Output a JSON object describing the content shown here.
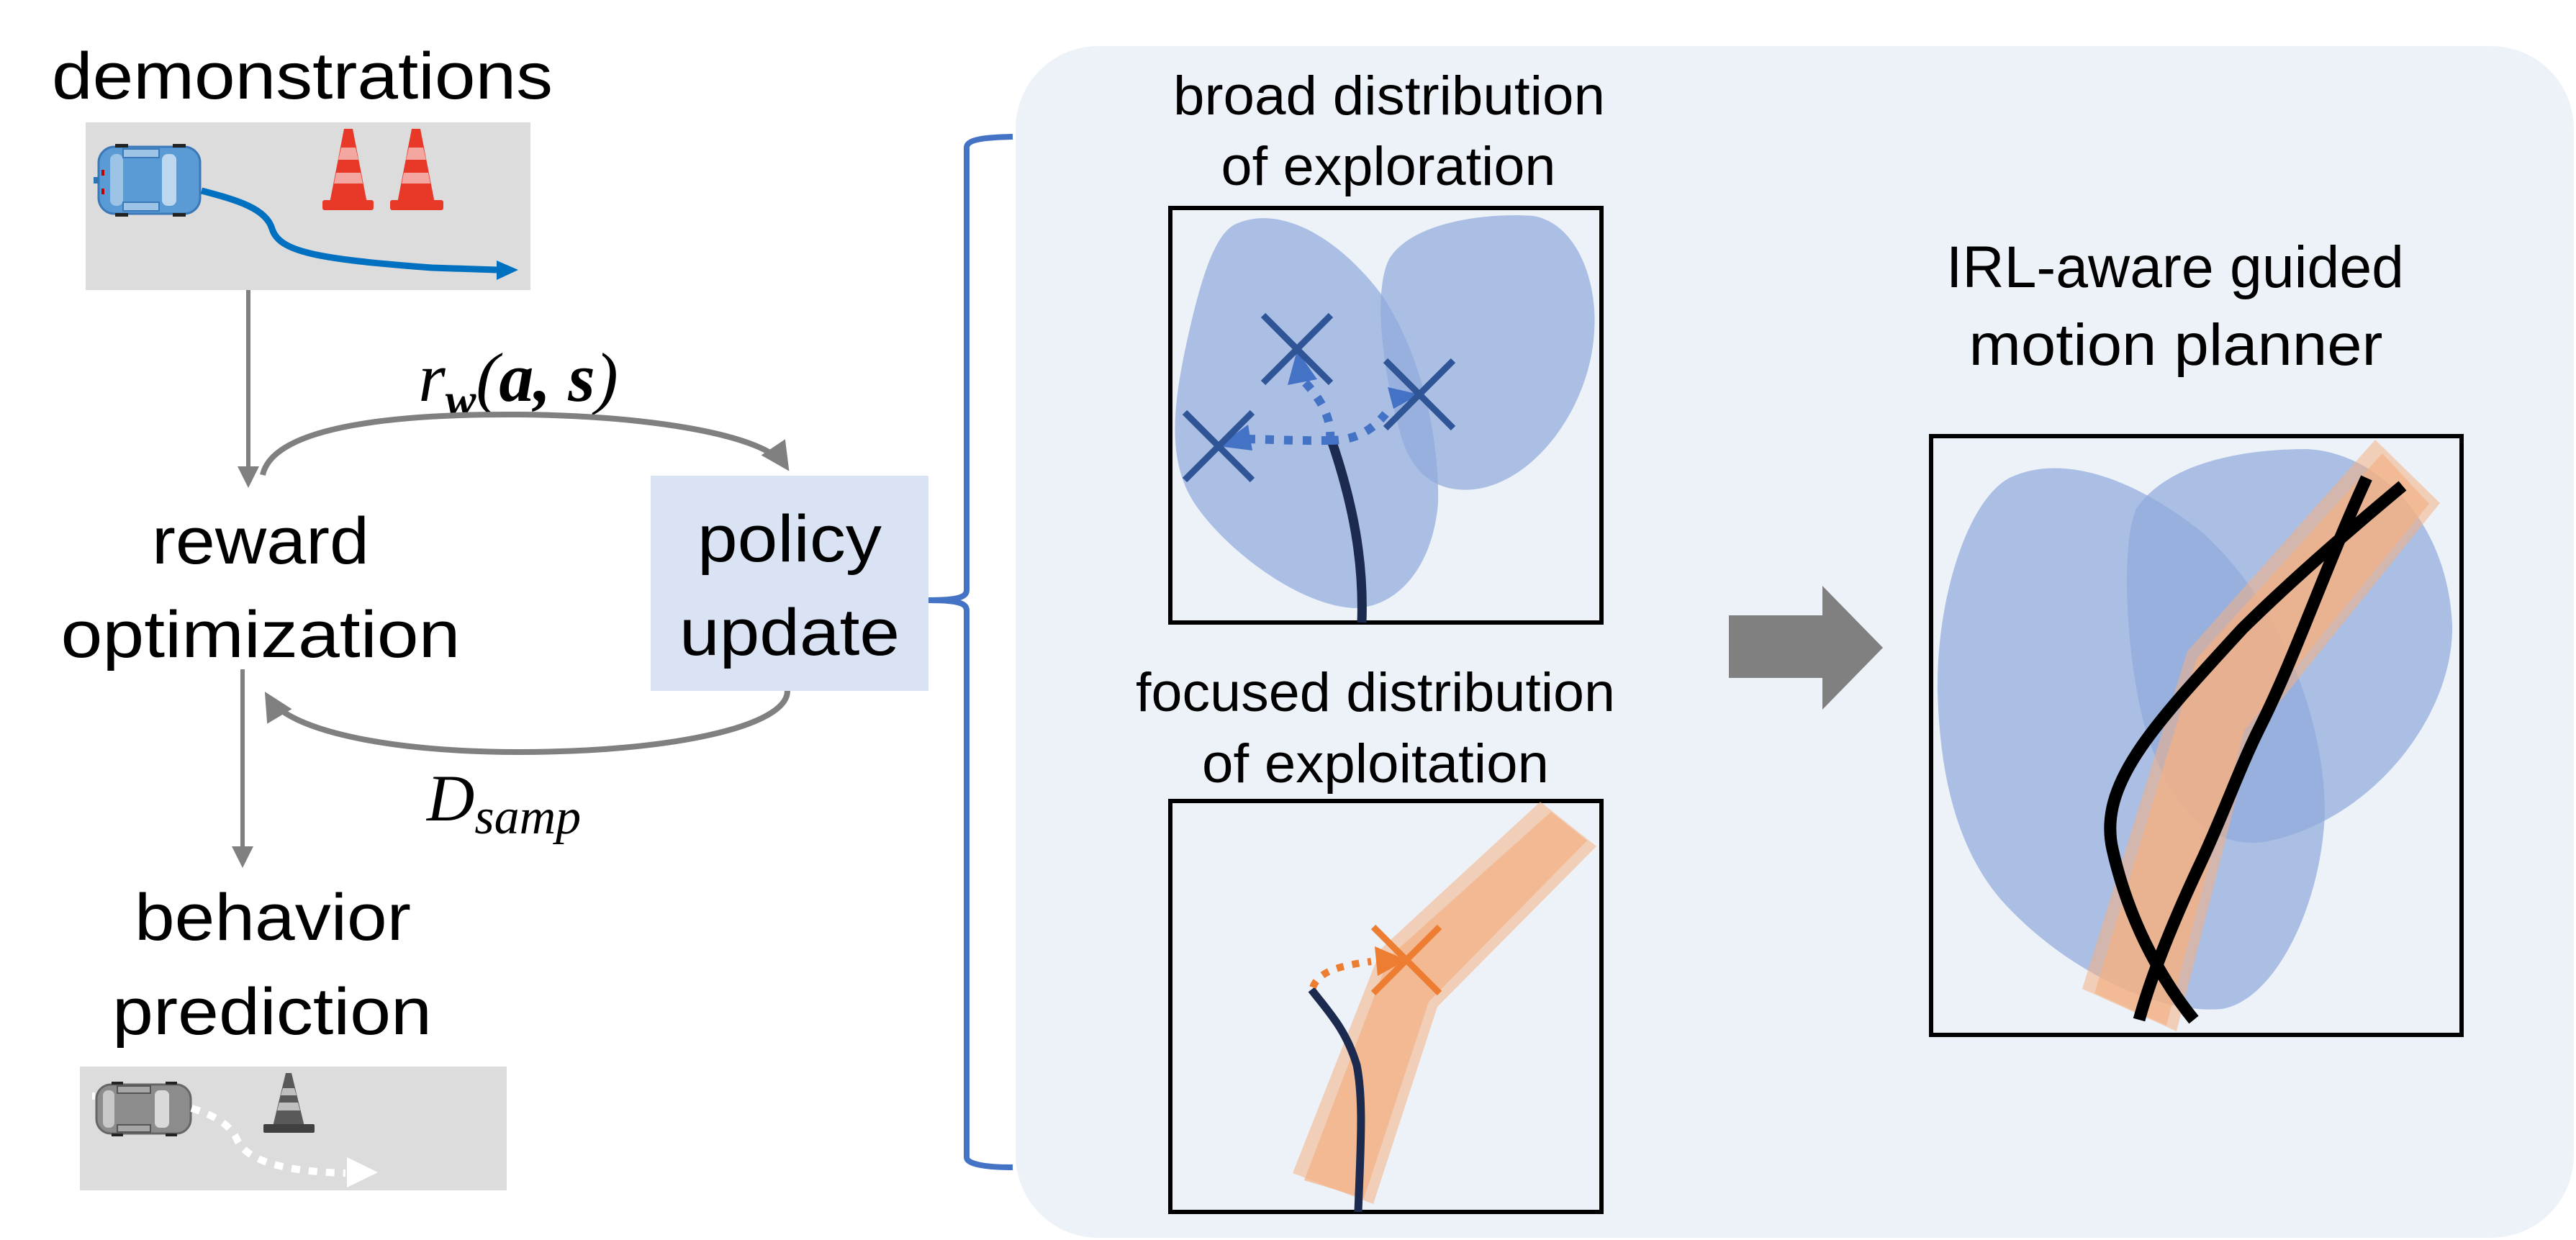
{
  "left_flow": {
    "demonstrations_label": "demonstrations",
    "reward_label_line1": "reward",
    "reward_label_line2": "optimization",
    "policy_label_line1": "policy",
    "policy_label_line2": "update",
    "behavior_label_line1": "behavior",
    "behavior_label_line2": "prediction",
    "reward_fn": {
      "base": "r",
      "sub": "w",
      "args_open": "(",
      "arg1": "a",
      "sep": ", ",
      "arg2": "s",
      "args_close": ")"
    },
    "samples": {
      "base": "D",
      "sub": "samp"
    },
    "demo_scene": {
      "vehicle": "blue-car-icon",
      "obstacles": [
        "traffic-cone-icon",
        "traffic-cone-icon"
      ],
      "path": "blue-trajectory-arrow"
    },
    "prediction_scene": {
      "vehicle": "gray-car-icon",
      "obstacles": [
        "traffic-cone-icon"
      ],
      "path": "white-dotted-arrow"
    }
  },
  "right_panel": {
    "exploration_title_line1": "broad distribution",
    "exploration_title_line2": "of exploration",
    "exploitation_title_line1": "focused distribution",
    "exploitation_title_line2": "of exploitation",
    "planner_title_line1": "IRL-aware guided",
    "planner_title_line2": "motion planner"
  },
  "colors": {
    "panel_bg": "#EDF2F9",
    "policy_box": "#DAE3F3",
    "brace": "#4472C4",
    "flow_arrow": "#808080",
    "distribution_blue": "#8FAADC",
    "sample_marker": "#2F5597",
    "sample_arrow": "#4472C4",
    "trajectory": "#1B2A4E",
    "exploit_orange": "#F4B183",
    "exploit_marker": "#ED7D31"
  }
}
